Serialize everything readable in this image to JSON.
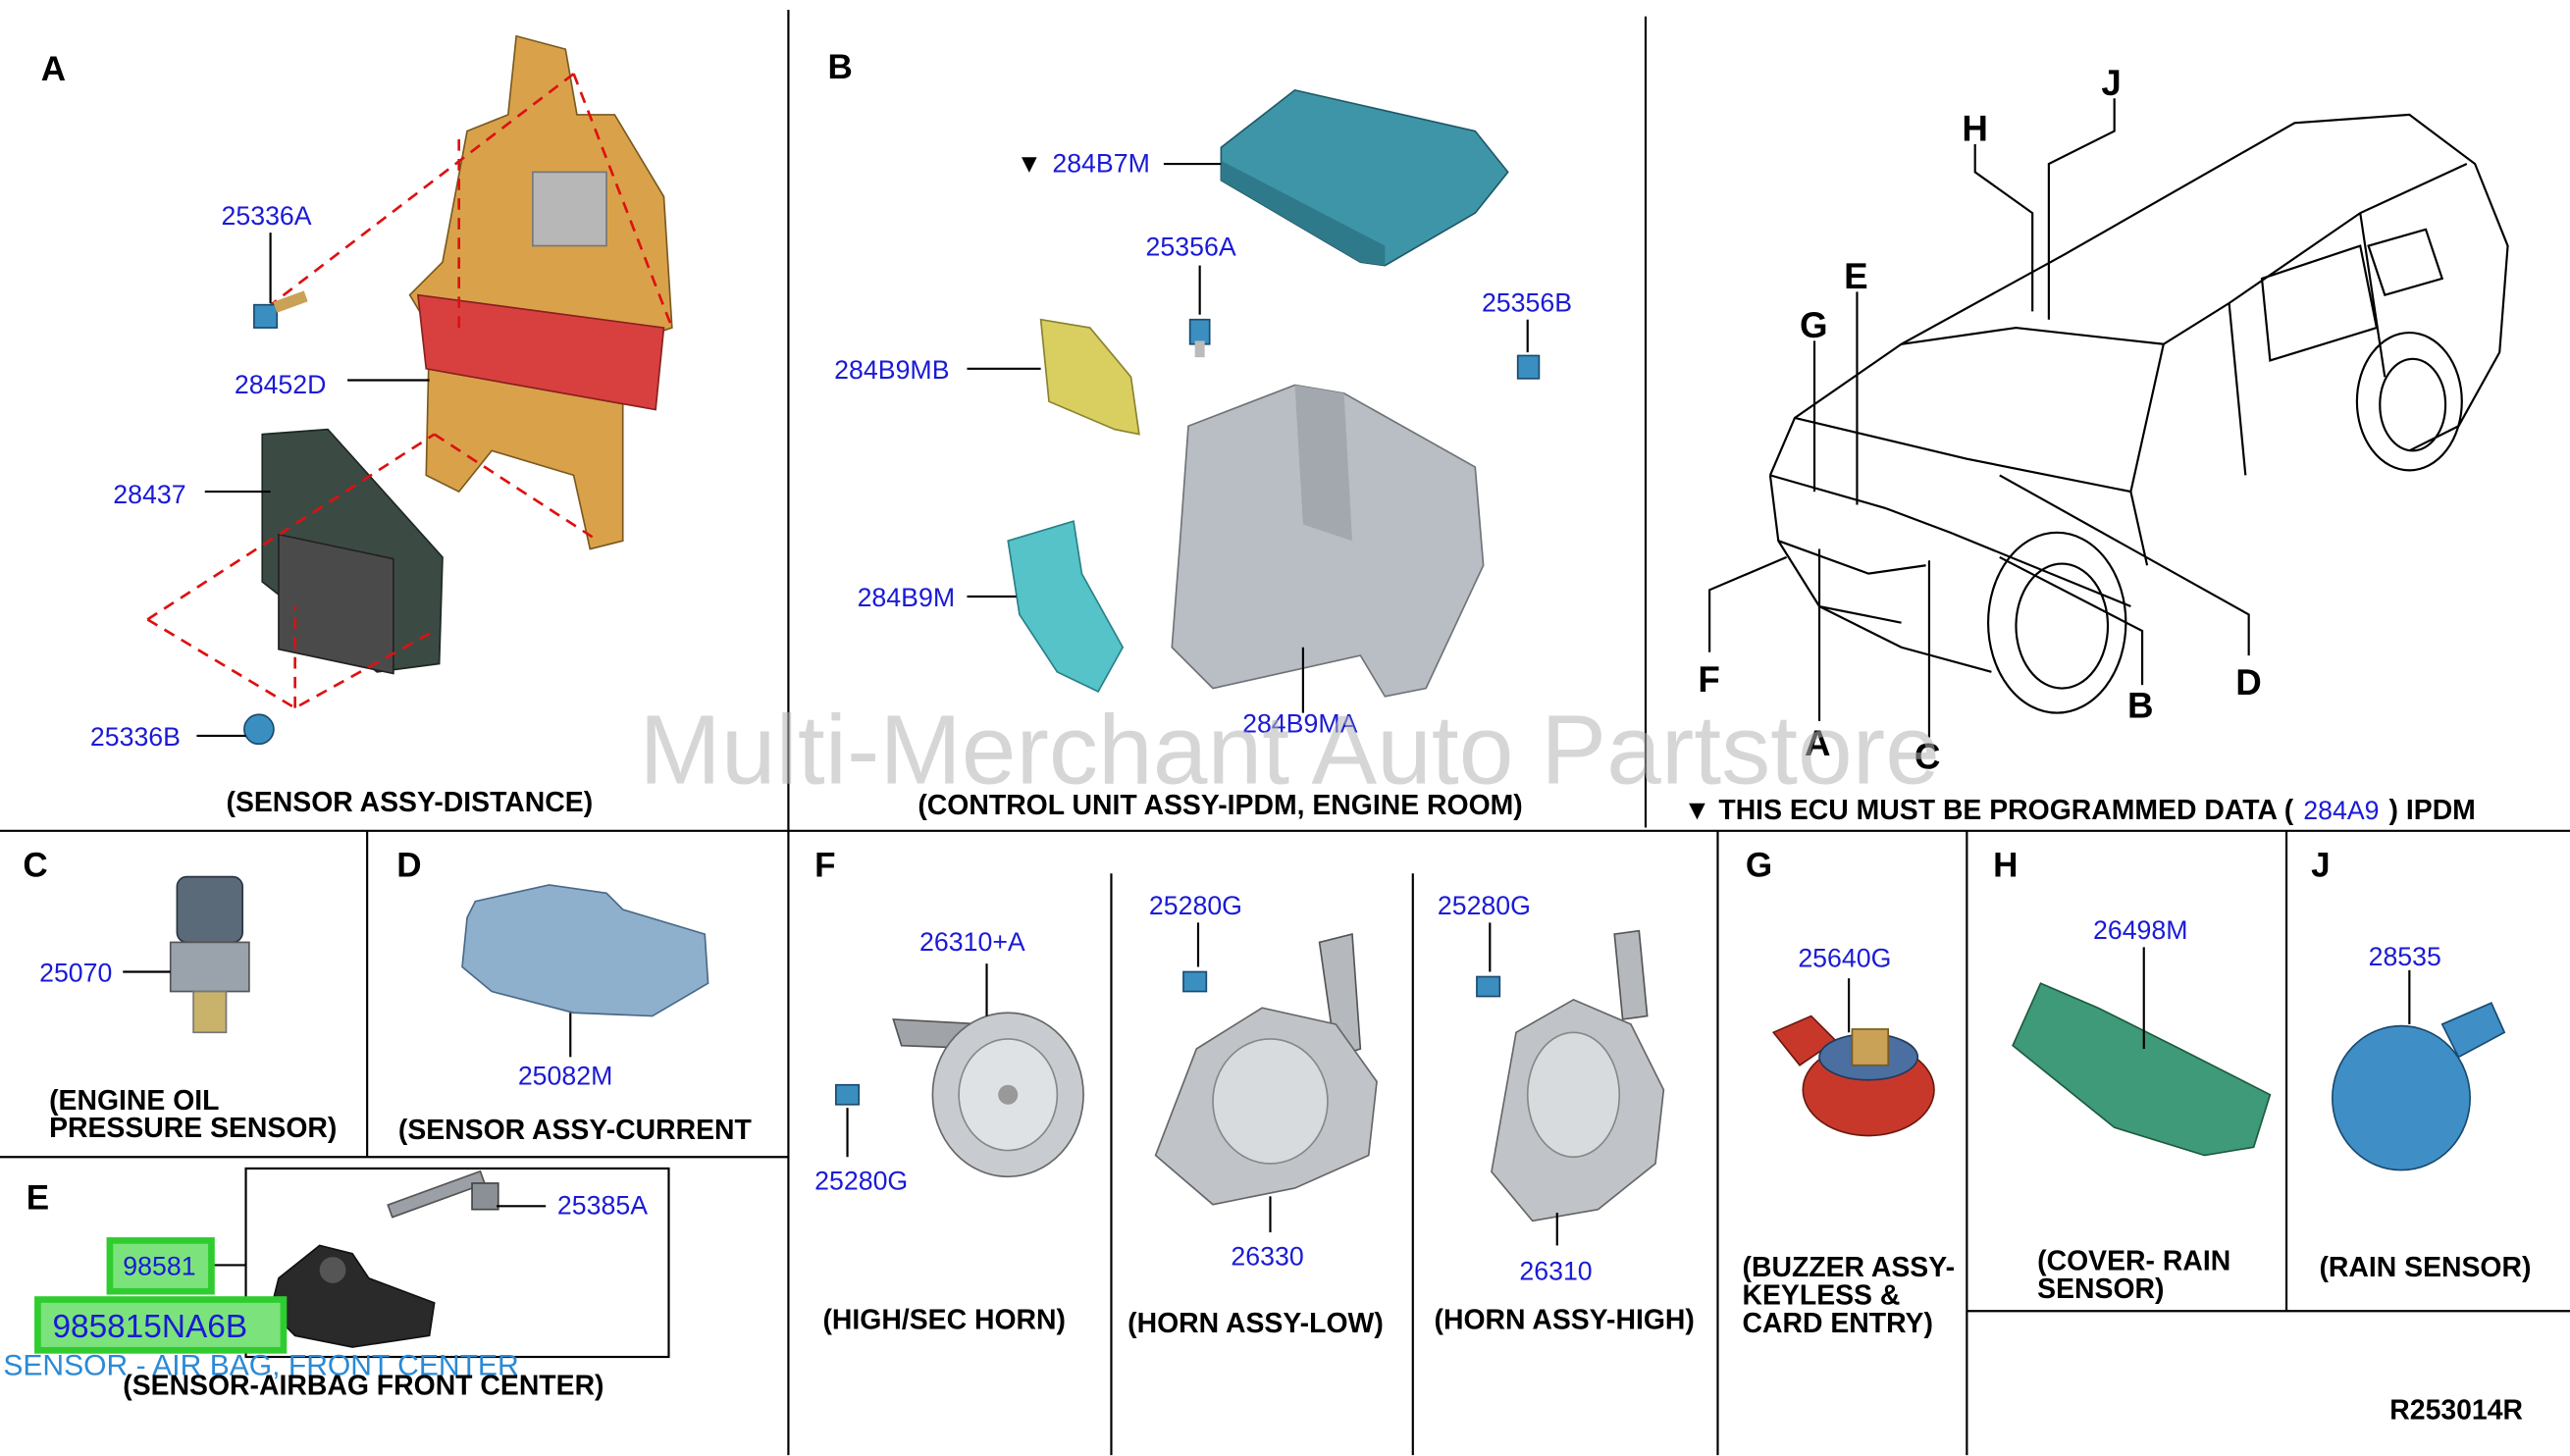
{
  "watermark": "Multi-Merchant Auto Partstore",
  "ref_code": "R253014R",
  "sections": {
    "A": {
      "letter": "A",
      "caption": "(SENSOR ASSY-DISTANCE)",
      "parts": [
        "25336A",
        "28452D",
        "28437",
        "25336B"
      ]
    },
    "B": {
      "letter": "B",
      "caption": "(CONTROL UNIT ASSY-IPDM, ENGINE ROOM)",
      "parts": [
        "284B7M",
        "25356A",
        "25356B",
        "284B9MB",
        "284B9M",
        "284B9MA"
      ],
      "marker": "▼"
    },
    "car": {
      "letters": [
        "H",
        "J",
        "E",
        "G",
        "F",
        "A",
        "C",
        "B",
        "D"
      ],
      "note_prefix": "▼ THIS ECU MUST BE PROGRAMMED DATA (",
      "note_part": "284A9",
      "note_suffix": ") IPDM"
    },
    "C": {
      "letter": "C",
      "part": "25070",
      "caption_1": "(ENGINE OIL",
      "caption_2": "PRESSURE SENSOR)"
    },
    "D": {
      "letter": "D",
      "part": "25082M",
      "caption": "(SENSOR ASSY-CURRENT"
    },
    "E": {
      "letter": "E",
      "parts": [
        "25385A",
        "98581"
      ],
      "highlight_part": "985815NA6B",
      "highlight_desc": "SENSOR - AIR BAG, FRONT CENTER",
      "caption": "(SENSOR-AIRBAG FRONT CENTER)"
    },
    "F": {
      "letter": "F",
      "parts": [
        "26310+A",
        "25280G",
        "25280G",
        "26330",
        "25280G",
        "26310"
      ],
      "captions": [
        "(HIGH/SEC HORN)",
        "(HORN ASSY-LOW)",
        "(HORN ASSY-HIGH)"
      ]
    },
    "G": {
      "letter": "G",
      "part": "25640G",
      "caption_1": "(BUZZER ASSY-",
      "caption_2": "KEYLESS &",
      "caption_3": "CARD ENTRY)"
    },
    "H": {
      "letter": "H",
      "part": "26498M",
      "caption_1": "(COVER- RAIN",
      "caption_2": "SENSOR)"
    },
    "J": {
      "letter": "J",
      "part": "28535",
      "caption": "(RAIN SENSOR)"
    }
  },
  "colors": {
    "part_number": "#1a1ad6",
    "highlight": "#7ce37c",
    "bracket_orange": "#d9a24a",
    "red_band": "#d84040",
    "ipdm_teal": "#3f95a8",
    "housing_grey": "#b9bec4",
    "bracket_yellow": "#d8cf60",
    "bracket_cyan": "#55c3c8",
    "buzzer_red": "#c8382a",
    "cover_green": "#3e9a78",
    "rain_blue": "#3f8fc6"
  }
}
